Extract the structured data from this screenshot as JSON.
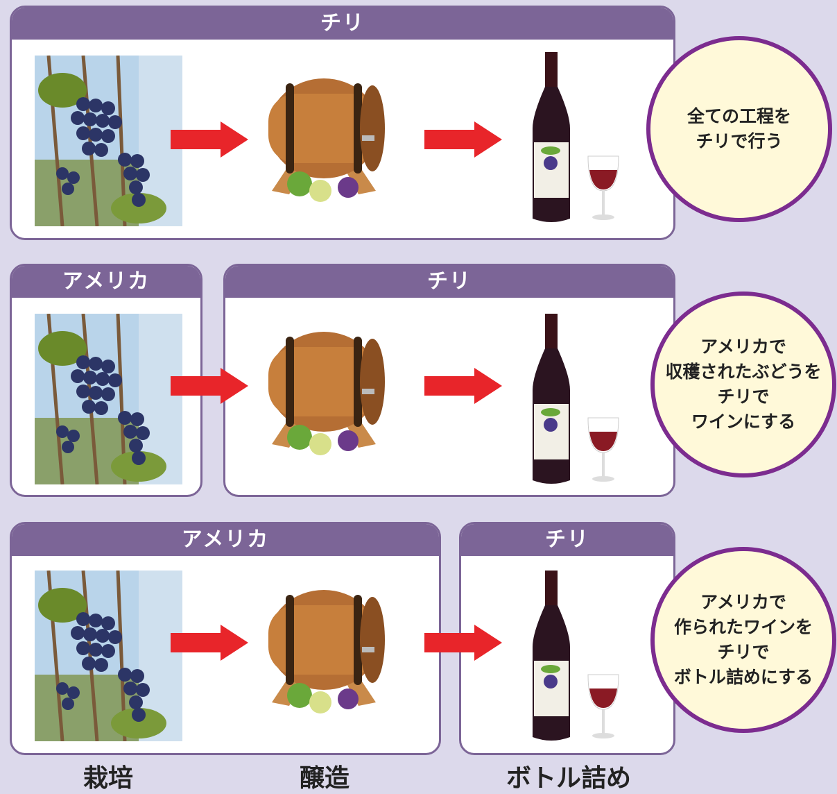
{
  "rows": [
    {
      "panels": [
        {
          "label": "チリ"
        }
      ],
      "bubble": "全ての工程を\nチリで行う"
    },
    {
      "panels": [
        {
          "label": "アメリカ"
        },
        {
          "label": "チリ"
        }
      ],
      "bubble": "アメリカで\n収穫されたぶどうを\nチリで\nワインにする"
    },
    {
      "panels": [
        {
          "label": "アメリカ"
        },
        {
          "label": "チリ"
        }
      ],
      "bubble": "アメリカで\n作られたワインを\nチリで\nボトル詰めにする"
    }
  ],
  "steps": [
    "栽培",
    "醸造",
    "ボトル詰め"
  ],
  "colors": {
    "panel_header": "#7c6597",
    "arrow": "#e8252a",
    "bubble_fill": "#fff9d9",
    "bubble_border": "#7c2c8f",
    "background": "#dcd9eb"
  },
  "icons": [
    "grapes-photo",
    "wine-barrel-icon",
    "wine-bottle-icon",
    "arrow-right-icon"
  ]
}
